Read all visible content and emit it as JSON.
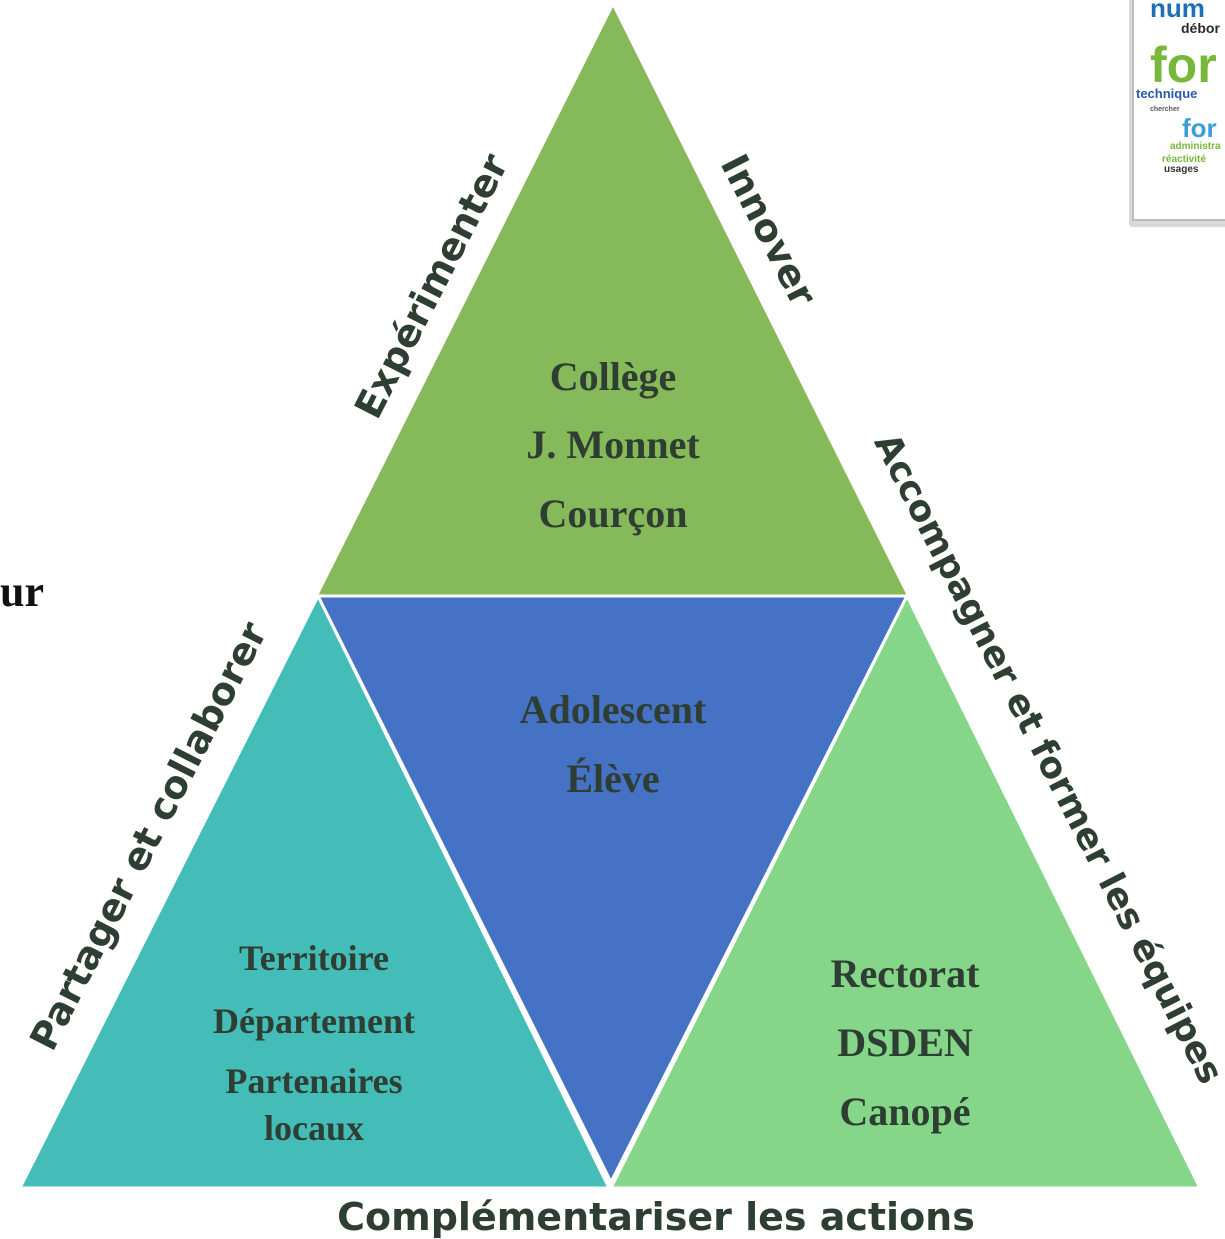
{
  "colors": {
    "top": "#86b95a",
    "center": "#4672c5",
    "left": "#44bcb7",
    "right": "#85d689",
    "text": "#2e3e33"
  },
  "triangles": {
    "top": {
      "lines": [
        "Collège",
        "J. Monnet",
        "Courçon"
      ]
    },
    "center": {
      "lines": [
        "Adolescent",
        "Élève"
      ]
    },
    "left": {
      "lines": [
        "Territoire",
        "Département",
        "Partenaires",
        "locaux"
      ]
    },
    "right": {
      "lines": [
        "Rectorat",
        "DSDEN",
        "Canopé"
      ]
    }
  },
  "edge_labels": {
    "upper_left": "Expérimenter",
    "upper_right": "Innover",
    "lower_left": "Partager et collaborer",
    "lower_right": "Accompagner et former les équipes",
    "bottom": "Complémentariser les actions"
  },
  "left_fragment": "ur",
  "word_cloud": {
    "words": [
      "num",
      "débor",
      "for",
      "technique",
      "chercher",
      "for",
      "administra",
      "réactivité",
      "usages"
    ]
  }
}
